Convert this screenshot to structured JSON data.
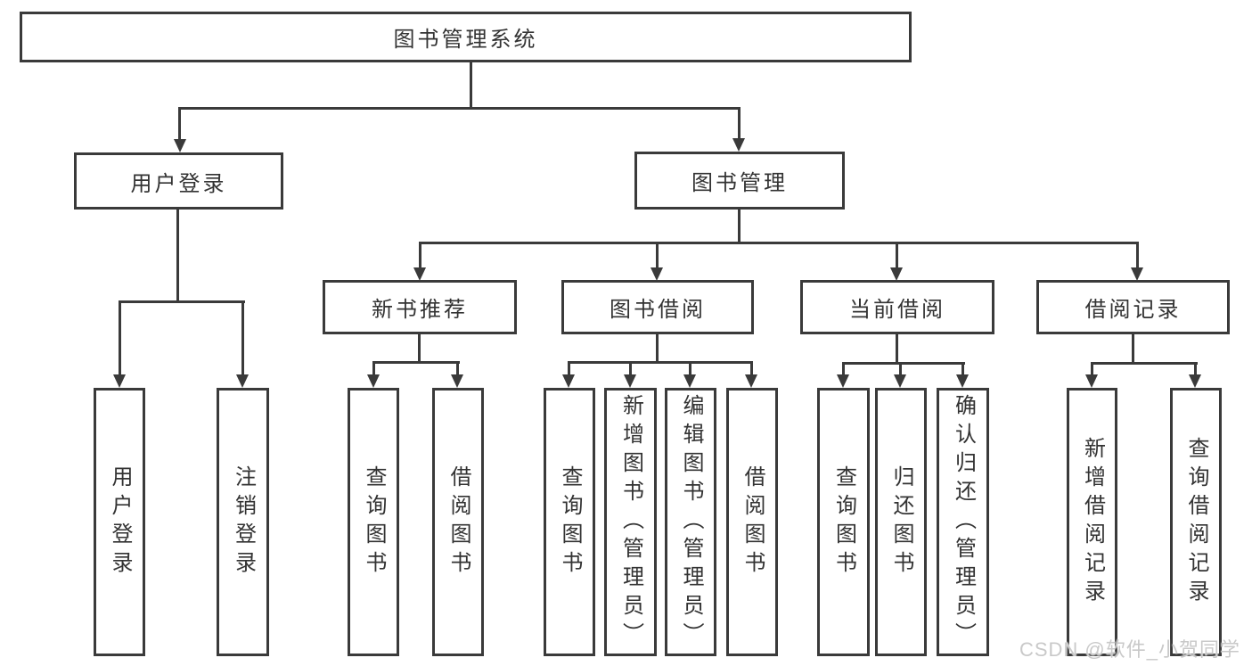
{
  "diagram": {
    "title": "图书管理系统",
    "level2": {
      "user_login": "用户登录",
      "book_management": "图书管理"
    },
    "level3": {
      "new_book_recommend": "新书推荐",
      "book_borrowing": "图书借阅",
      "current_borrowing": "当前借阅",
      "borrowing_records": "借阅记录"
    },
    "leaves": {
      "user_login": "用户登录",
      "logout": "注销登录",
      "rec_query_books": "查询图书",
      "rec_borrow_books": "借阅图书",
      "bb_query_books": "查询图书",
      "bb_add_books": "新增图书（管理员）",
      "bb_edit_books": "编辑图书（管理员）",
      "bb_borrow_books": "借阅图书",
      "cb_query_books": "查询图书",
      "cb_return_books": "归还图书",
      "cb_confirm_return": "确认归还（管理员）",
      "br_add_record": "新增借阅记录",
      "br_query_record": "查询借阅记录"
    }
  },
  "watermark": {
    "text": "CSDN @软件_小贺同学"
  },
  "colors": {
    "line": "#3a3a3a",
    "text": "#333333",
    "background": "#ffffff",
    "watermark": "#c9c9c9"
  }
}
